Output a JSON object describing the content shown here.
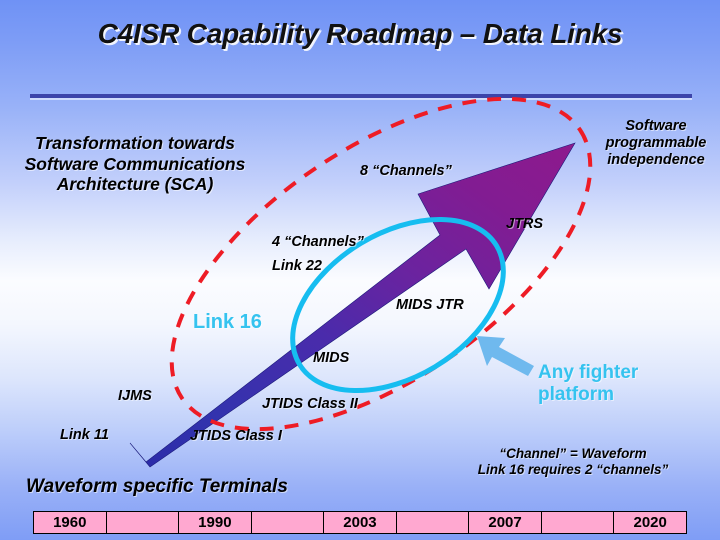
{
  "slide": {
    "title": "C4ISR Capability Roadmap – Data Links",
    "background_top_color": "#6f92f5",
    "background_mid_color": "#fbfcff",
    "accent_rule_color": "#3c44aa"
  },
  "labels": {
    "transformation": "Transformation towards Software Communications Architecture (SCA)",
    "software_programmable": "Software programmable independence",
    "channels_8": "8 “Channels”",
    "channels_4": "4 “Channels”",
    "link_22": "Link 22",
    "jtrs": "JTRS",
    "mids_jtr": "MIDS JTR",
    "link_16": "Link 16",
    "mids": "MIDS",
    "ijms": "IJMS",
    "jtids_class_ii": "JTIDS Class II",
    "link_11": "Link 11",
    "jtids_class_i": "JTIDS Class I",
    "waveform_specific_terminals": "Waveform specific Terminals",
    "any_fighter_platform": "Any fighter platform",
    "footnote": "“Channel” = Waveform\nLink 16 requires 2 “channels”"
  },
  "graphics": {
    "growth_arrow": {
      "name": "growth-arrow",
      "start_color": "#2b2ba8",
      "end_color": "#8b1c8b",
      "direction": "lower-left to upper-right"
    },
    "dashed_ellipse": {
      "name": "red-dashed-ellipse",
      "color": "#ee1c25",
      "style": "dashed"
    },
    "solid_ellipse": {
      "name": "cyan-ellipse",
      "color": "#16bdf0",
      "style": "solid"
    },
    "callout_arrow": {
      "name": "light-blue-callout-arrow",
      "color": "#66b9ef"
    }
  },
  "timeline": {
    "cells": [
      {
        "year": "1960"
      },
      {
        "year": ""
      },
      {
        "year": "1990"
      },
      {
        "year": ""
      },
      {
        "year": "2003"
      },
      {
        "year": ""
      },
      {
        "year": "2007"
      },
      {
        "year": ""
      },
      {
        "year": "2020"
      }
    ],
    "cell_color": "#ffa8d0"
  }
}
